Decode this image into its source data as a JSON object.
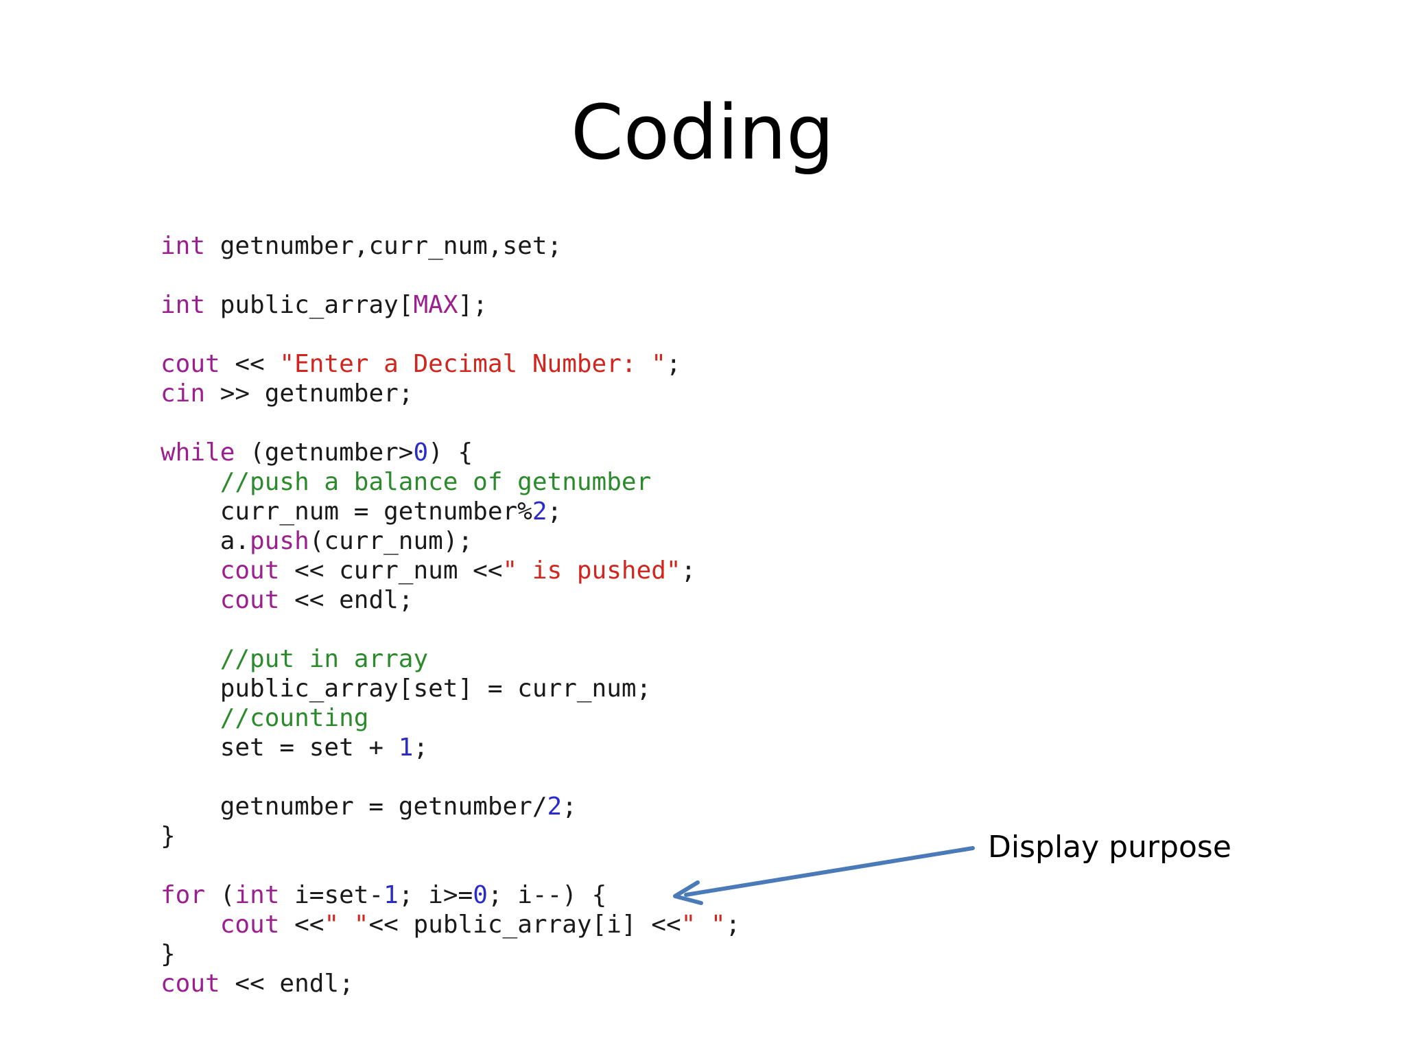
{
  "slide": {
    "title": "Coding"
  },
  "annotation": {
    "label": "Display purpose",
    "arrow_color": "#4a7ab8"
  },
  "colors": {
    "keyword": "#9b1f8f",
    "string": "#d0261f",
    "comment": "#2b8a2b",
    "number": "#2b2bc8",
    "plain": "#1a1a1a"
  },
  "code": {
    "lines": [
      [
        [
          "keyword",
          "int"
        ],
        [
          "plain",
          " getnumber,curr_num,set;"
        ]
      ],
      [],
      [
        [
          "keyword",
          "int"
        ],
        [
          "plain",
          " public_array["
        ],
        [
          "keyword",
          "MAX"
        ],
        [
          "plain",
          "];"
        ]
      ],
      [],
      [
        [
          "keyword",
          "cout"
        ],
        [
          "plain",
          " << "
        ],
        [
          "string",
          "\"Enter a Decimal Number: \""
        ],
        [
          "plain",
          ";"
        ]
      ],
      [
        [
          "keyword",
          "cin"
        ],
        [
          "plain",
          " >> getnumber;"
        ]
      ],
      [],
      [
        [
          "keyword",
          "while"
        ],
        [
          "plain",
          " (getnumber>"
        ],
        [
          "number",
          "0"
        ],
        [
          "plain",
          ") {"
        ]
      ],
      [
        [
          "plain",
          "    "
        ],
        [
          "comment",
          "//push a balance of getnumber"
        ]
      ],
      [
        [
          "plain",
          "    curr_num = getnumber%"
        ],
        [
          "number",
          "2"
        ],
        [
          "plain",
          ";"
        ]
      ],
      [
        [
          "plain",
          "    a."
        ],
        [
          "keyword",
          "push"
        ],
        [
          "plain",
          "(curr_num);"
        ]
      ],
      [
        [
          "plain",
          "    "
        ],
        [
          "keyword",
          "cout"
        ],
        [
          "plain",
          " << curr_num <<"
        ],
        [
          "string",
          "\" is pushed\""
        ],
        [
          "plain",
          ";"
        ]
      ],
      [
        [
          "plain",
          "    "
        ],
        [
          "keyword",
          "cout"
        ],
        [
          "plain",
          " << endl;"
        ]
      ],
      [],
      [
        [
          "plain",
          "    "
        ],
        [
          "comment",
          "//put in array"
        ]
      ],
      [
        [
          "plain",
          "    public_array[set] = curr_num;"
        ]
      ],
      [
        [
          "plain",
          "    "
        ],
        [
          "comment",
          "//counting"
        ]
      ],
      [
        [
          "plain",
          "    set = set + "
        ],
        [
          "number",
          "1"
        ],
        [
          "plain",
          ";"
        ]
      ],
      [],
      [
        [
          "plain",
          "    getnumber = getnumber/"
        ],
        [
          "number",
          "2"
        ],
        [
          "plain",
          ";"
        ]
      ],
      [
        [
          "plain",
          "}"
        ]
      ],
      [],
      [
        [
          "keyword",
          "for"
        ],
        [
          "plain",
          " ("
        ],
        [
          "keyword",
          "int"
        ],
        [
          "plain",
          " i=set-"
        ],
        [
          "number",
          "1"
        ],
        [
          "plain",
          "; i>="
        ],
        [
          "number",
          "0"
        ],
        [
          "plain",
          "; i--) {"
        ]
      ],
      [
        [
          "plain",
          "    "
        ],
        [
          "keyword",
          "cout"
        ],
        [
          "plain",
          " <<"
        ],
        [
          "string",
          "\" \""
        ],
        [
          "plain",
          "<< public_array[i] <<"
        ],
        [
          "string",
          "\" \""
        ],
        [
          "plain",
          ";"
        ]
      ],
      [
        [
          "plain",
          "}"
        ]
      ],
      [
        [
          "keyword",
          "cout"
        ],
        [
          "plain",
          " << endl;"
        ]
      ]
    ]
  }
}
